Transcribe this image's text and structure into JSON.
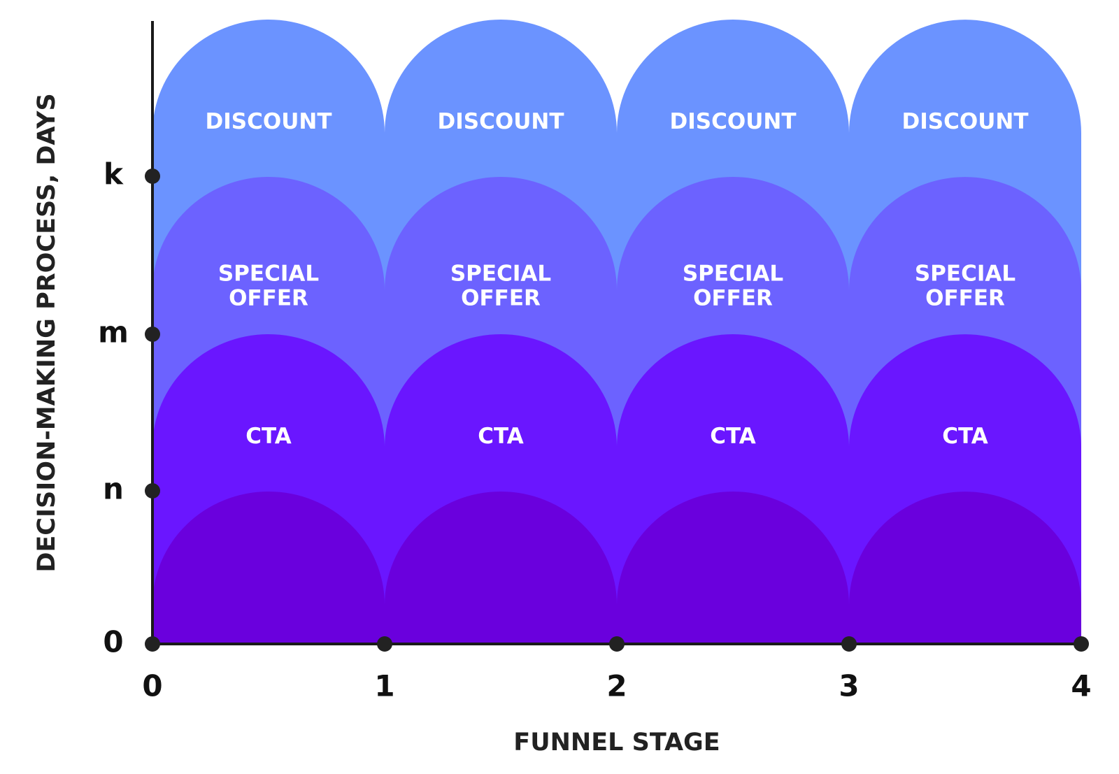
{
  "chart_data": {
    "type": "diagram",
    "xlabel": "FUNNEL STAGE",
    "ylabel": "DECISION-MAKING PROCESS, DAYS",
    "x_ticks": [
      "0",
      "1",
      "2",
      "3",
      "4"
    ],
    "y_ticks": [
      "0",
      "n",
      "m",
      "k"
    ],
    "layers": [
      {
        "label": "DISCOUNT",
        "color": "#6b93ff"
      },
      {
        "label": "SPECIAL\nOFFER",
        "color": "#6c62ff"
      },
      {
        "label": "CTA",
        "color": "#6a16ff"
      },
      {
        "label": "",
        "color": "#6a00dd"
      }
    ]
  }
}
